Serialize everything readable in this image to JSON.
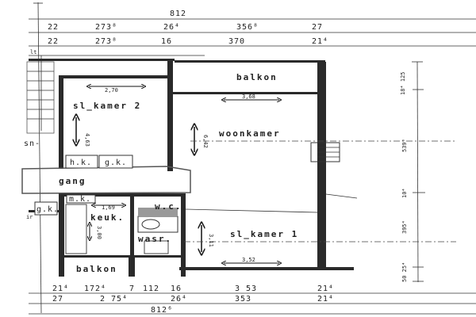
{
  "top_dimensions": {
    "overall": "812",
    "row1": [
      "22",
      "273⁸",
      "26⁴",
      "356⁸",
      "27"
    ],
    "row2": [
      "22",
      "273⁸",
      "16",
      "370",
      "21⁴"
    ]
  },
  "bottom_dimensions": {
    "row1": [
      "21⁴",
      "172⁴",
      "7",
      "112",
      "16",
      "3 53",
      "21⁴"
    ],
    "row2": [
      "27",
      "2 75⁴",
      "26⁴",
      "353",
      "21⁴"
    ],
    "overall": "812⁶"
  },
  "right_dimensions": [
    "18⁴ 125",
    "539⁶",
    "10⁴",
    "395⁴",
    "50 25⁴"
  ],
  "rooms": {
    "balkon_top": "balkon",
    "sl_kamer_2": "sl_kamer 2",
    "woonkamer": "woonkamer",
    "gang": "gang",
    "keuken": "keuk.",
    "wc": "w.c.",
    "wasruimte": "wasr.",
    "sl_kamer_1": "sl_kamer 1",
    "balkon_bottom": "balkon",
    "hk": "h.k.",
    "gk": "g.k.",
    "mk": "m.k.",
    "gk_left": "g.k."
  },
  "room_measurements": {
    "sl_kamer_2_width": "2,70",
    "sl_kamer_2_depth": "4,63",
    "woonkamer_width": "3,68",
    "woonkamer_depth": "6,42",
    "keuken_width": "1,69",
    "keuken_depth": "3,00",
    "sl_kamer_1_width": "3,52",
    "sl_kamer_1_depth": "3,11"
  },
  "margin_labels": {
    "top_left": "lt",
    "left_sn": "sn-",
    "left_r": "ir"
  }
}
